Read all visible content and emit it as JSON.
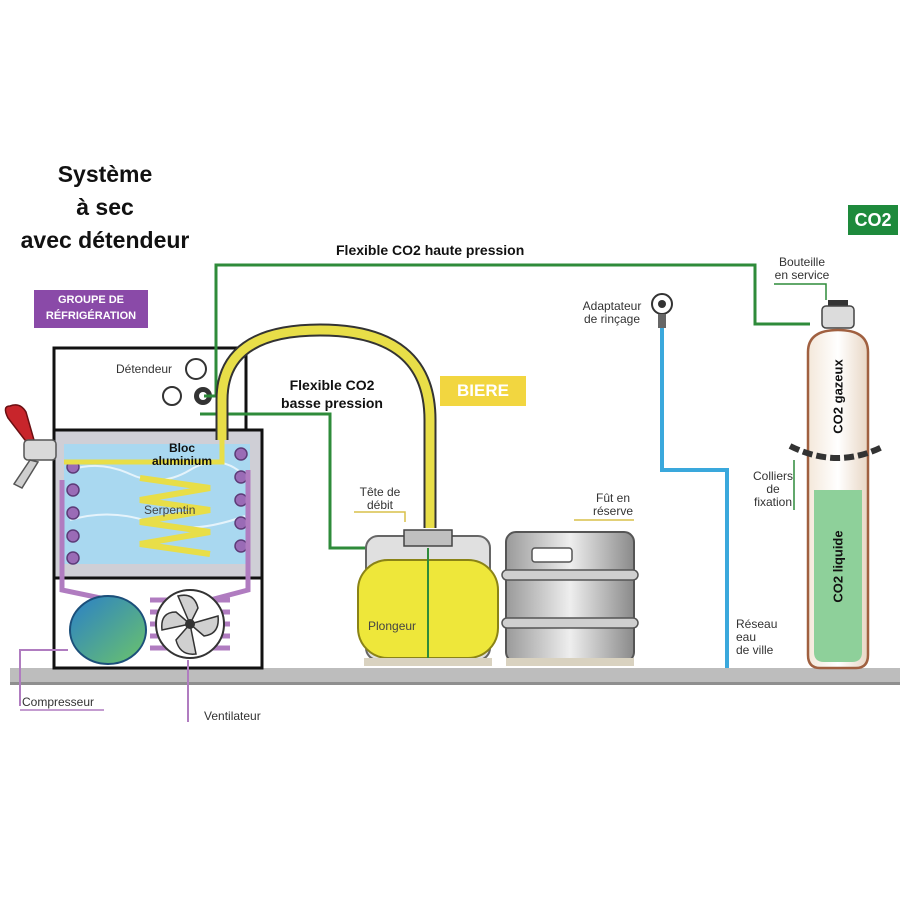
{
  "title": {
    "line1": "Système",
    "line2": "à sec",
    "line3": "avec détendeur"
  },
  "badges": {
    "refrigeration_1": "GROUPE DE",
    "refrigeration_2": "RÉFRIGÉRATION",
    "biere": "BIERE",
    "co2": "CO2"
  },
  "labels": {
    "flexible_haute": "Flexible CO2 haute pression",
    "flexible_basse_1": "Flexible CO2",
    "flexible_basse_2": "basse pression",
    "detendeur": "Détendeur",
    "bloc_1": "Bloc",
    "bloc_2": "aluminium",
    "serpentin": "Serpentin",
    "tete_1": "Tête de",
    "tete_2": "débit",
    "fut_1": "Fût en",
    "fut_2": "réserve",
    "plongeur": "Plongeur",
    "adaptateur_1": "Adaptateur",
    "adaptateur_2": "de rinçage",
    "bouteille_1": "Bouteille",
    "bouteille_2": "en service",
    "co2_gazeux": "CO2 gazeux",
    "co2_liquide": "CO2 liquide",
    "colliers_1": "Colliers",
    "colliers_2": "de",
    "colliers_3": "fixation",
    "reseau_1": "Réseau",
    "reseau_2": "eau",
    "reseau_3": "de ville",
    "compresseur": "Compresseur",
    "ventilateur": "Ventilateur"
  },
  "colors": {
    "co2_line": "#2e8b3a",
    "beer_line": "#e8de48",
    "water_line": "#3aa8dc",
    "refrigerant": "#b07cc0",
    "badge_purple": "#8a4aa8",
    "badge_yellow": "#f2d640",
    "badge_green": "#1e8a3c"
  }
}
